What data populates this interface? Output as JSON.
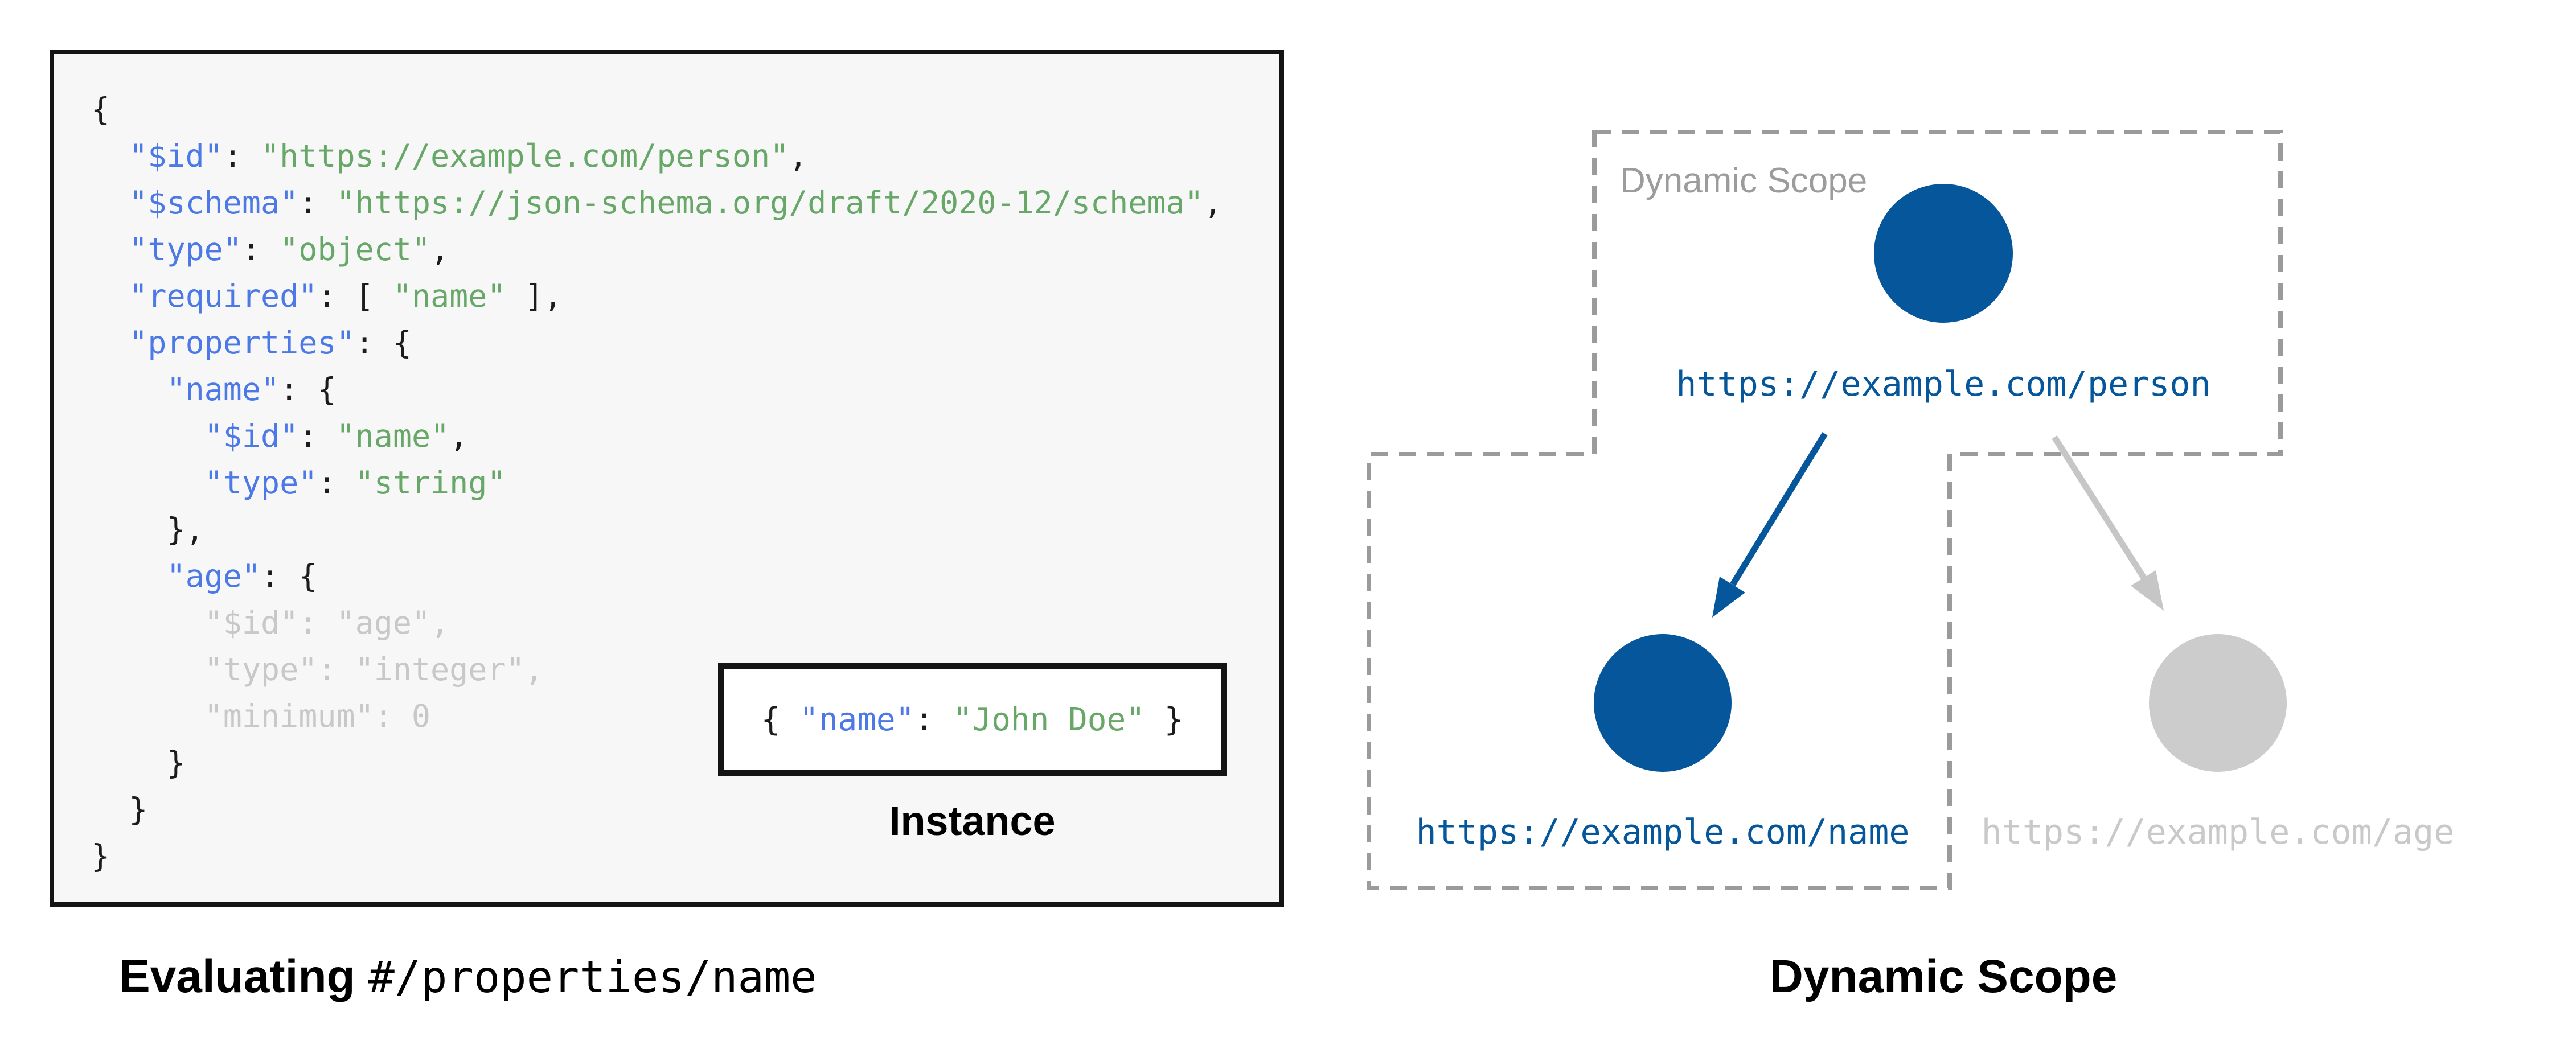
{
  "colors": {
    "panel_bg": "#F7F7F7",
    "border_dark": "#141414",
    "code_key_blue": "#4D79E6",
    "code_string_green": "#67A768",
    "code_plain": "#1C1C1C",
    "code_muted": "#C8C8C8",
    "node_blue": "#05569B",
    "node_gray": "#CCCCCC",
    "url_gray": "#C9C9C9",
    "arrow_gray": "#C6C6C6",
    "dash_gray": "#9B9B9B",
    "label_gray": "#9C9C9C",
    "text_black": "#000000"
  },
  "schema_panel": {
    "code_lines": [
      [
        {
          "t": "{",
          "c": "pln"
        }
      ],
      [
        {
          "t": "  ",
          "c": "pln"
        },
        {
          "t": "\"$id\"",
          "c": "key"
        },
        {
          "t": ": ",
          "c": "pln"
        },
        {
          "t": "\"https://example.com/person\"",
          "c": "str"
        },
        {
          "t": ",",
          "c": "pln"
        }
      ],
      [
        {
          "t": "  ",
          "c": "pln"
        },
        {
          "t": "\"$schema\"",
          "c": "key"
        },
        {
          "t": ": ",
          "c": "pln"
        },
        {
          "t": "\"https://json-schema.org/draft/2020-12/schema\"",
          "c": "str"
        },
        {
          "t": ",",
          "c": "pln"
        }
      ],
      [
        {
          "t": "  ",
          "c": "pln"
        },
        {
          "t": "\"type\"",
          "c": "key"
        },
        {
          "t": ": ",
          "c": "pln"
        },
        {
          "t": "\"object\"",
          "c": "str"
        },
        {
          "t": ",",
          "c": "pln"
        }
      ],
      [
        {
          "t": "  ",
          "c": "pln"
        },
        {
          "t": "\"required\"",
          "c": "key"
        },
        {
          "t": ": [ ",
          "c": "pln"
        },
        {
          "t": "\"name\"",
          "c": "str"
        },
        {
          "t": " ],",
          "c": "pln"
        }
      ],
      [
        {
          "t": "  ",
          "c": "pln"
        },
        {
          "t": "\"properties\"",
          "c": "key"
        },
        {
          "t": ": {",
          "c": "pln"
        }
      ],
      [
        {
          "t": "    ",
          "c": "pln"
        },
        {
          "t": "\"name\"",
          "c": "key"
        },
        {
          "t": ": {",
          "c": "pln"
        }
      ],
      [
        {
          "t": "      ",
          "c": "pln"
        },
        {
          "t": "\"$id\"",
          "c": "key"
        },
        {
          "t": ": ",
          "c": "pln"
        },
        {
          "t": "\"name\"",
          "c": "str"
        },
        {
          "t": ",",
          "c": "pln"
        }
      ],
      [
        {
          "t": "      ",
          "c": "pln"
        },
        {
          "t": "\"type\"",
          "c": "key"
        },
        {
          "t": ": ",
          "c": "pln"
        },
        {
          "t": "\"string\"",
          "c": "str"
        }
      ],
      [
        {
          "t": "    },",
          "c": "pln"
        }
      ],
      [
        {
          "t": "    ",
          "c": "pln"
        },
        {
          "t": "\"age\"",
          "c": "key"
        },
        {
          "t": ": {",
          "c": "pln"
        }
      ],
      [
        {
          "t": "      \"$id\": \"age\",",
          "c": "mut"
        }
      ],
      [
        {
          "t": "      \"type\": \"integer\",",
          "c": "mut"
        }
      ],
      [
        {
          "t": "      \"minimum\": 0",
          "c": "mut"
        }
      ],
      [
        {
          "t": "    }",
          "c": "pln"
        }
      ],
      [
        {
          "t": "  }",
          "c": "pln"
        }
      ],
      [
        {
          "t": "}",
          "c": "pln"
        }
      ]
    ],
    "instance_segments": [
      {
        "t": "{ ",
        "c": "pln"
      },
      {
        "t": "\"name\"",
        "c": "key"
      },
      {
        "t": ": ",
        "c": "pln"
      },
      {
        "t": "\"John Doe\"",
        "c": "str"
      },
      {
        "t": " }",
        "c": "pln"
      }
    ],
    "instance_label": "Instance"
  },
  "captions": {
    "left_bold": "Evaluating",
    "left_separator": " ",
    "left_mono": "#/properties/name",
    "right": "Dynamic Scope"
  },
  "diagram": {
    "scope_label": "Dynamic Scope",
    "nodes": [
      {
        "id": "person",
        "url": "https://example.com/person",
        "state": "active"
      },
      {
        "id": "name",
        "url": "https://example.com/name",
        "state": "active"
      },
      {
        "id": "age",
        "url": "https://example.com/age",
        "state": "inactive"
      }
    ]
  }
}
